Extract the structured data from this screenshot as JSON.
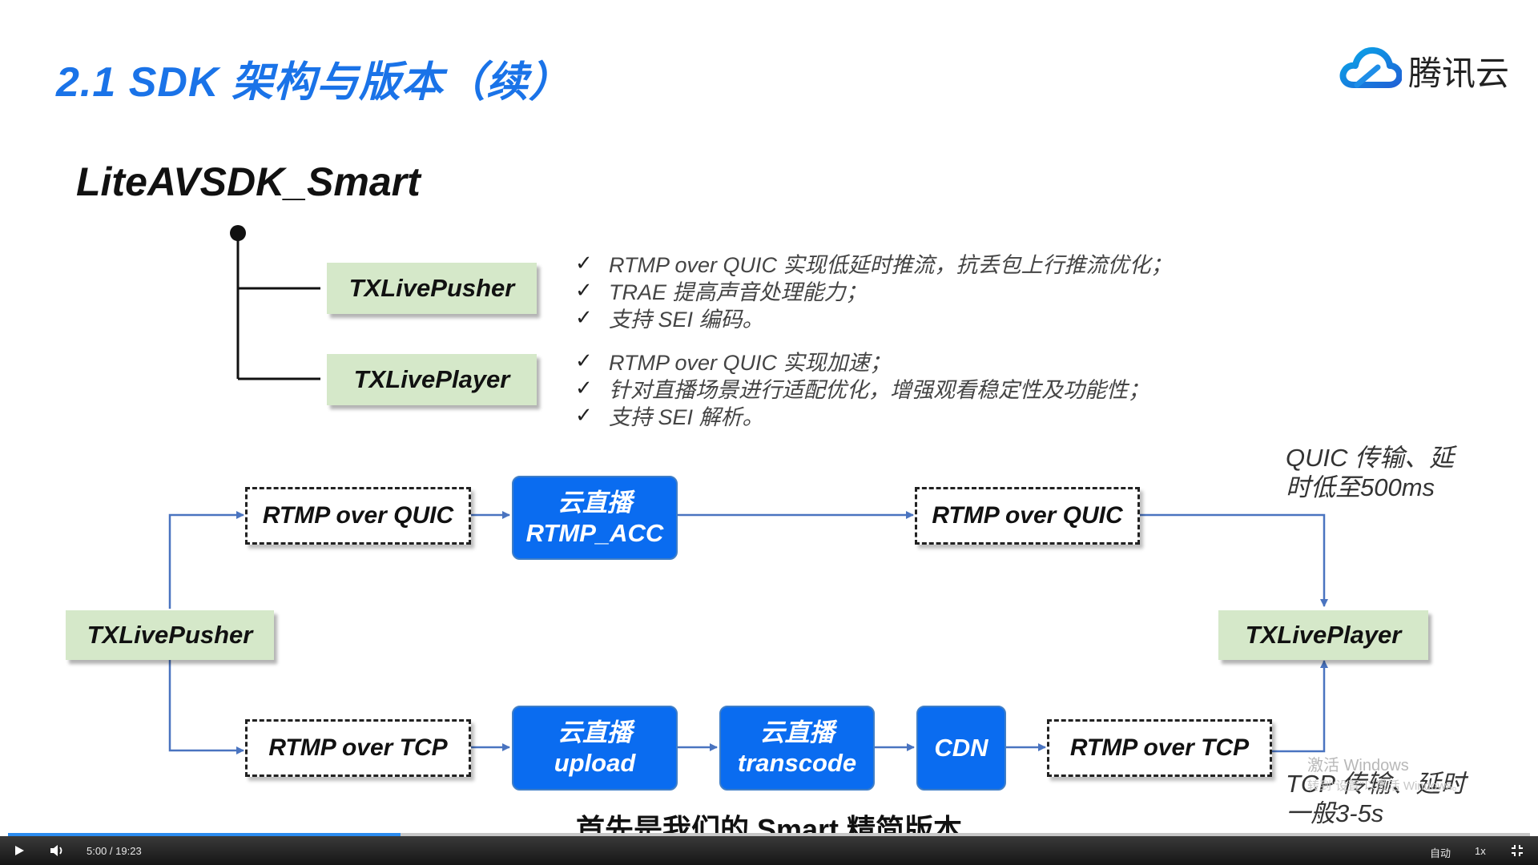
{
  "slide": {
    "title": "2.1 SDK 架构与版本（续）",
    "logo_text": "腾讯云",
    "logo_icon": "cloud-icon",
    "brand_color": "#1a73e8"
  },
  "tree": {
    "root": "LiteAVSDK_Smart",
    "pusher_label": "TXLivePusher",
    "player_label": "TXLivePlayer"
  },
  "features": {
    "pusher": [
      "RTMP over QUIC 实现低延时推流，抗丢包上行推流优化；",
      "TRAE 提高声音处理能力；",
      "支持 SEI 编码。"
    ],
    "player": [
      "RTMP over QUIC 实现加速；",
      "针对直播场景进行适配优化，增强观看稳定性及功能性；",
      "支持 SEI 解析。"
    ],
    "check_glyph": "✓"
  },
  "flow": {
    "pusher": "TXLivePusher",
    "player": "TXLivePlayer",
    "quic_in": "RTMP over QUIC",
    "rtmp_acc": [
      "云直播",
      "RTMP_ACC"
    ],
    "quic_out": "RTMP over QUIC",
    "tcp_in": "RTMP over TCP",
    "upload": [
      "云直播",
      "upload"
    ],
    "transcode": [
      "云直播",
      "transcode"
    ],
    "cdn": "CDN",
    "tcp_out": "RTMP over TCP",
    "quic_note": [
      "QUIC 传输、延",
      "时低至500ms"
    ],
    "tcp_note": [
      "TCP 传输、延时",
      "一般3-5s"
    ]
  },
  "subtitle": "首先是我们的 Smart 精简版本",
  "watermark": {
    "line1": "激活 Windows",
    "line2": "转到\"设置\"以激活 Windows。"
  },
  "player": {
    "time": "5:00 / 19:23",
    "progress": 0.258,
    "quality": "自动",
    "speed": "1x",
    "accent_color": "#2b8cf0",
    "play_icon": "play-icon",
    "volume_icon": "volume-icon",
    "fullscreen_icon": "exit-fullscreen-icon"
  }
}
